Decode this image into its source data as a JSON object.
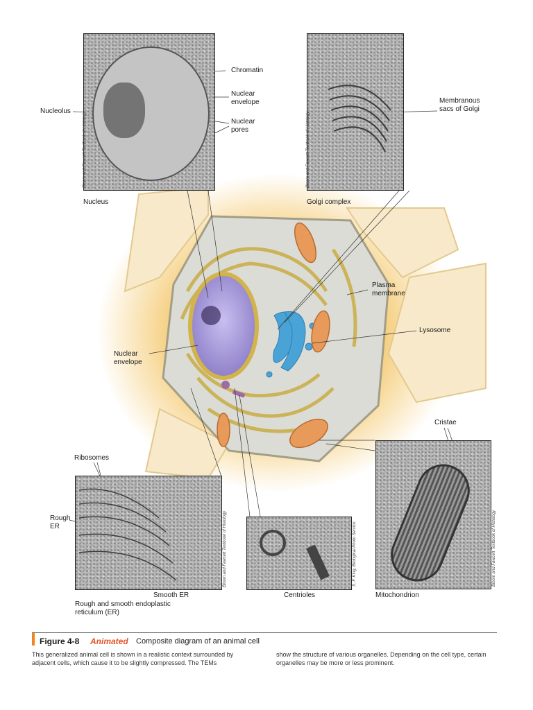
{
  "colors": {
    "nucleus": "#a89ad6",
    "golgi": "#4aa3d6",
    "er": "#d8c063",
    "cytoplasm": "#dcdcd6",
    "halo": "#f3c15a",
    "accent": "#f0861e",
    "animated": "#e2562b"
  },
  "panels": {
    "nucleus": {
      "title": "Nucleus",
      "credit": "Bloom and Fawcett Textbook of Histology",
      "labels": {
        "chromatin": "Chromatin",
        "nuclear_envelope": "Nuclear envelope",
        "nucleolus": "Nucleolus",
        "nuclear_pores": "Nuclear pores"
      }
    },
    "golgi": {
      "title": "Golgi complex",
      "credit": "Bloom and Fawcett Textbook of Histology",
      "labels": {
        "membranous_sacs": "Membranous sacs of Golgi"
      }
    },
    "er": {
      "title": "Rough and smooth endoplastic reticulum (ER)",
      "credit": "Bloom and Fawcett Textbook of Histology",
      "labels": {
        "ribosomes": "Ribosomes",
        "rough_er": "Rough ER",
        "smooth_er": "Smooth ER"
      }
    },
    "centrioles": {
      "title": "Centrioles",
      "credit": "S. F. King, Biological Photo Service"
    },
    "mitochondrion": {
      "title": "Mitochondrion",
      "credit": "Bloom and Fawcett Textbook of Histology",
      "labels": {
        "cristae": "Cristae"
      }
    }
  },
  "cell_labels": {
    "plasma_membrane": "Plasma membrane",
    "lysosome": "Lysosome",
    "nuclear_envelope": "Nuclear envelope"
  },
  "caption": {
    "figure_number": "Figure 4-8",
    "animated": "Animated",
    "title": "Composite diagram of an animal cell",
    "text_left": "This generalized animal cell is shown in a realistic context surrounded by adjacent cells, which cause it to be slightly compressed. The TEMs",
    "text_right": "show the structure of various organelles. Depending on the cell type, certain organelles may be more or less prominent."
  }
}
